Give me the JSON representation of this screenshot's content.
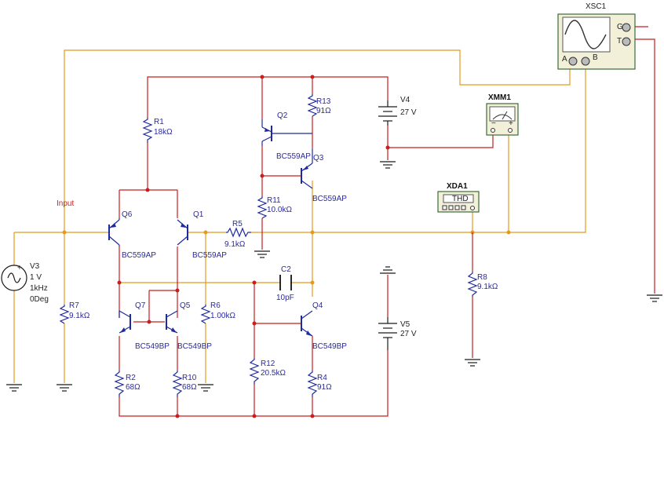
{
  "instruments": {
    "xsc1": {
      "name": "XSC1",
      "channel_a": "A",
      "channel_b": "B",
      "g": "G",
      "t": "T"
    },
    "xmm1": {
      "name": "XMM1",
      "minus": "−",
      "plus": "+"
    },
    "xda1": {
      "name": "XDA1",
      "display": "THD"
    }
  },
  "net_labels": {
    "input": "Input"
  },
  "sources": {
    "v3": {
      "name": "V3",
      "amplitude": "1 V",
      "frequency": "1kHz",
      "phase": "0Deg"
    },
    "v4": {
      "name": "V4",
      "value": "27 V"
    },
    "v5": {
      "name": "V5",
      "value": "27 V"
    }
  },
  "transistors": {
    "q1": {
      "name": "Q1",
      "model": "BC559AP"
    },
    "q2": {
      "name": "Q2",
      "model": "BC559AP"
    },
    "q3": {
      "name": "Q3",
      "model": "BC559AP"
    },
    "q4": {
      "name": "Q4",
      "model": "BC549BP"
    },
    "q5": {
      "name": "Q5",
      "model": "BC549BP"
    },
    "q6": {
      "name": "Q6",
      "model": "BC559AP"
    },
    "q7": {
      "name": "Q7",
      "model": "BC549BP"
    }
  },
  "resistors": {
    "r1": {
      "name": "R1",
      "value": "18kΩ"
    },
    "r2": {
      "name": "R2",
      "value": "68Ω"
    },
    "r4": {
      "name": "R4",
      "value": "91Ω"
    },
    "r5": {
      "name": "R5",
      "value": "9.1kΩ"
    },
    "r6": {
      "name": "R6",
      "value": "1.00kΩ"
    },
    "r7": {
      "name": "R7",
      "value": "9.1kΩ"
    },
    "r8": {
      "name": "R8",
      "value": "9.1kΩ"
    },
    "r10": {
      "name": "R10",
      "value": "68Ω"
    },
    "r11": {
      "name": "R11",
      "value": "10.0kΩ"
    },
    "r12": {
      "name": "R12",
      "value": "20.5kΩ"
    },
    "r13": {
      "name": "R13",
      "value": "91Ω"
    }
  },
  "capacitors": {
    "c2": {
      "name": "C2",
      "value": "10pF"
    }
  },
  "colors": {
    "wire_supply": "#c81e1e",
    "wire_signal": "#e39a1e",
    "component": "#1f2a9e",
    "label": "#2a2a9e",
    "instrument_body": "#f2f0d8",
    "instrument_border": "#3a6b3a"
  }
}
